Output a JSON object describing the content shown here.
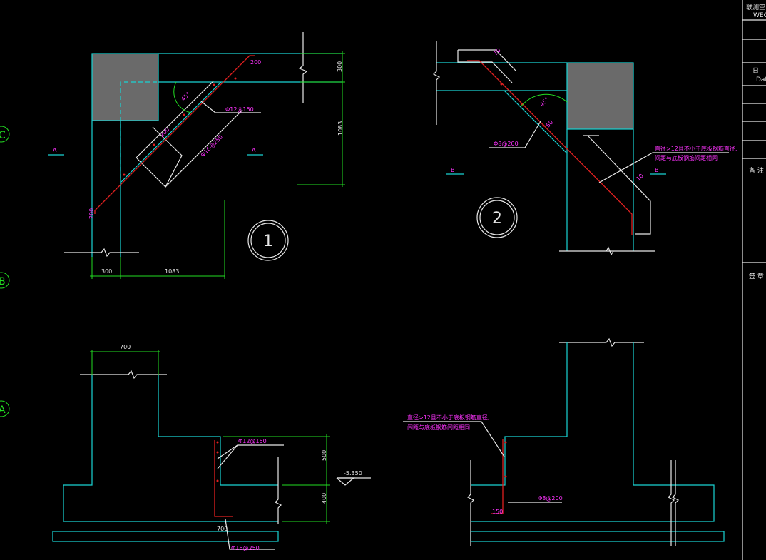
{
  "axis_labels": [
    "C",
    "B",
    "A"
  ],
  "detail1": {
    "number": "1",
    "dim_top_right": "300",
    "dim_right": "1083",
    "dim_bottom_left": "300",
    "dim_bottom_right": "1083",
    "rebar_top": "200",
    "rebar_left": "200",
    "angle": "45°",
    "spacing": "200",
    "bar_label_1": "Φ12@150",
    "bar_label_2": "Φ16@250",
    "section_left": "A",
    "section_right": "A"
  },
  "detail2": {
    "number": "2",
    "rebar_hook_top": "10",
    "rebar_hook_right": "10",
    "angle": "45°",
    "spacing": "50",
    "bar_label": "Φ8@200",
    "note_line1": "直径>12且不小于底板钢筋直径,",
    "note_line2": "间距与底板钢筋间距相同",
    "section_left": "B",
    "section_right": "B"
  },
  "section_a": {
    "dim_top": "700",
    "dim_right_upper": "500",
    "dim_right_lower": "400",
    "level": "-5.350",
    "bar_label_1": "Φ12@150",
    "bar_label_2": "Φ16@250",
    "bottom_dim": "700"
  },
  "section_b": {
    "note_line1": "直径>12且不小于底板钢筋直径,",
    "note_line2": "间距与底板钢筋间距相同",
    "bar_label": "Φ8@200",
    "bottom_dim": "150"
  },
  "title_block": {
    "top_line1": "联测空",
    "top_line2": "WECH",
    "date_char": "日",
    "date_short": "Dat",
    "remarks": "备 注",
    "signature": "签 章"
  }
}
